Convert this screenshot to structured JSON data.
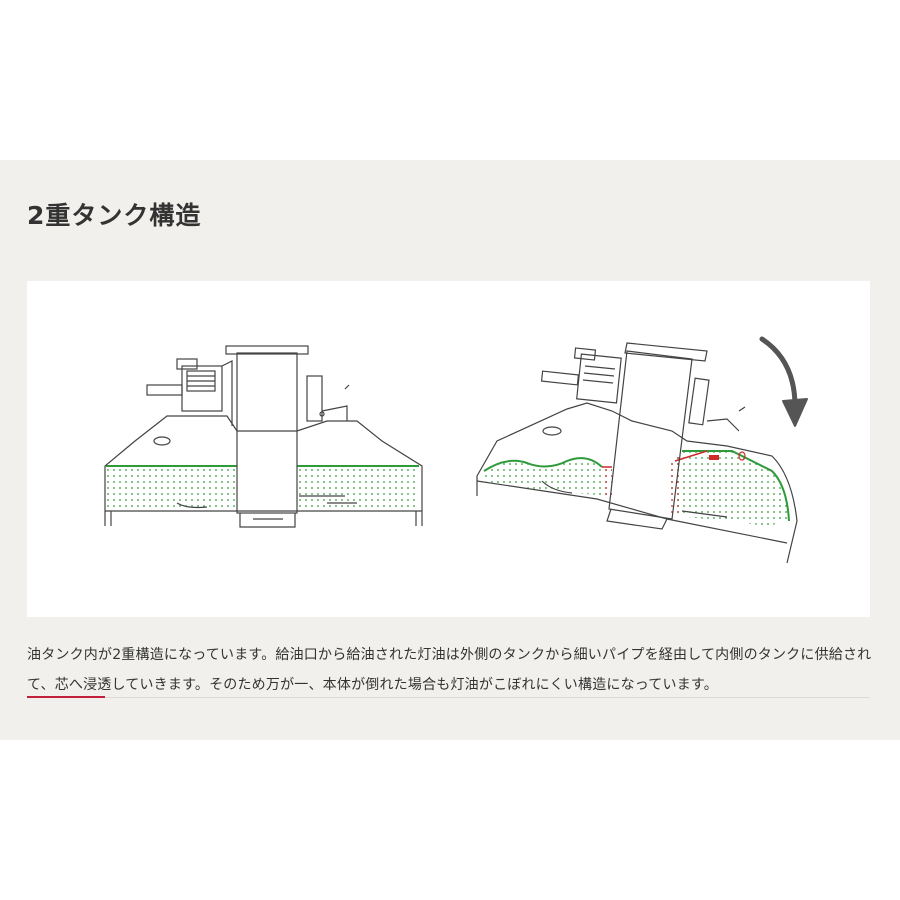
{
  "section": {
    "title": "2重タンク構造",
    "description": "油タンク内が2重構造になっています。給油口から給油された灯油は外側のタンクから細いパイプを経由して内側のタンクに供給されて、芯へ浸透していきます。そのため万が一、本体が倒れた場合も灯油がこぼれにくい構造になっています。"
  },
  "figure": {
    "illustrations": [
      "upright-heater-tank-diagram",
      "tilted-heater-tank-diagram"
    ],
    "arrow_icon": "curved-tilt-arrow-icon",
    "colors": {
      "line": "#444444",
      "fuel_green": "#2e9a3a",
      "fuel_red": "#d02a2a",
      "arrow": "#555555"
    }
  }
}
